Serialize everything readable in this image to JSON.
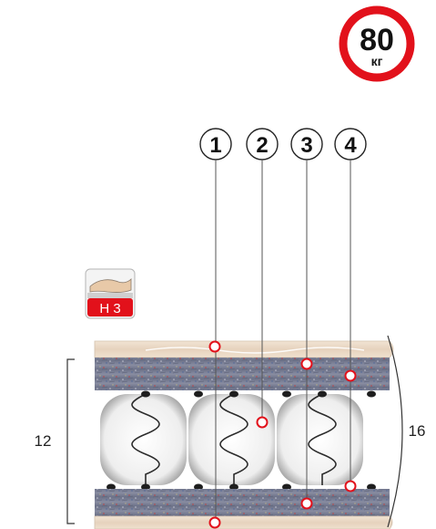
{
  "weight_badge": {
    "value": "80",
    "unit": "кг",
    "ring_color": "#e2111b"
  },
  "firmness_badge": {
    "label": "H 3",
    "color": "#e2111b"
  },
  "callouts": [
    {
      "number": "1"
    },
    {
      "number": "2"
    },
    {
      "number": "3"
    },
    {
      "number": "4"
    }
  ],
  "dimensions": {
    "core_height": "12",
    "total_height": "16"
  },
  "colors": {
    "marker": "#e2111b",
    "cover": "#ead9c6",
    "felt": "#7a7f95",
    "spring": "#2b2b2b"
  }
}
